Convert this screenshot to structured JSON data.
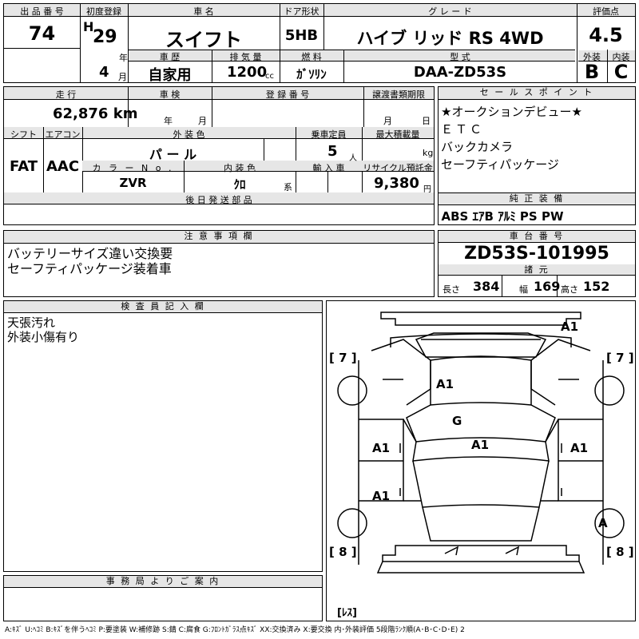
{
  "header": {
    "lot_no_label": "出 品 番 号",
    "lot_no": "74",
    "first_reg_label": "初度登録",
    "era": "H",
    "year": "29",
    "year_unit": "年",
    "month": "4",
    "month_unit": "月",
    "car_name_label": "車 名",
    "car_name": "スイフト",
    "door_label": "ドア形状",
    "door": "5HB",
    "grade_label": "グ レ ー ド",
    "grade": "ハイブ リッド RS 4WD",
    "score_label": "評価点",
    "score": "4.5",
    "history_label": "車 歴",
    "history": "自家用",
    "displacement_label": "排 気 量",
    "displacement": "1200",
    "cc_unit": "cc",
    "fuel_label": "燃 料",
    "fuel": "ｶﾞｿﾘﾝ",
    "model_label": "型 式",
    "model": "DAA-ZD53S",
    "exterior_label": "外装",
    "exterior": "B",
    "interior_label": "内装",
    "interior": "C"
  },
  "row2": {
    "mileage_label": "走 行",
    "mileage": "62,876 km",
    "inspection_label": "車 検",
    "insp_year_unit": "年",
    "insp_month_unit": "月",
    "plate_label": "登 録 番 号",
    "transfer_label": "譲渡書類期限",
    "trans_month_unit": "月",
    "trans_day_unit": "日",
    "shift_label": "シフト",
    "shift": "FAT",
    "ac_label": "エアコン",
    "ac": "AAC",
    "color_label": "外 装 色",
    "color": "パ ー ル",
    "capacity_label": "乗車定員",
    "capacity": "5",
    "capacity_unit": "人",
    "load_label": "最大積載量",
    "load_unit": "kg",
    "color_no_label": "カ ラ ー N o .",
    "color_no": "ZVR",
    "int_color_label": "内 装 色",
    "int_color": "ｸﾛ",
    "int_color_unit": "系",
    "import_label": "輸 入 車",
    "recycle_label": "リサイクル預託金",
    "recycle": "9,380",
    "recycle_unit": "円",
    "later_label": "後 日 発 送 部 品"
  },
  "sales_points": {
    "label": "セ ー ル ス ポ イ ン ト",
    "items": [
      "★オークションデビュー★",
      "ＥＴＣ",
      "バックカメラ",
      "セーフティパッケージ"
    ]
  },
  "equipment": {
    "label": "純 正 装 備",
    "items": "ABS ｴｱB ｱﾙﾐ PS PW"
  },
  "notes": {
    "label": "注 意 事 項 欄",
    "lines": [
      "バッテリーサイズ違い交換要",
      "セーフティパッケージ装着車"
    ]
  },
  "chassis": {
    "label": "車 台 番 号",
    "number": "ZD53S-101995",
    "spec_label": "諸 元",
    "length_label": "長さ",
    "length": "384",
    "width_label": "幅",
    "width": "169",
    "height_label": "高さ",
    "height": "152"
  },
  "inspector": {
    "label": "検 査 員 記 入 欄",
    "lines": [
      "天張汚れ",
      "外装小傷有り"
    ]
  },
  "office": {
    "label": "事 務 局 よ り ご 案 内"
  },
  "diagram": {
    "marks": {
      "rear": "A1",
      "roof": "A1",
      "glass": "G",
      "center": "A1",
      "lf": "A1",
      "rf": "A1",
      "lr": "A1",
      "rr": "A"
    },
    "tire_fl": "[ 7 ]",
    "tire_fr": "[ 7 ]",
    "tire_rl": "[ 8 ]",
    "tire_rr": "[ 8 ]",
    "spare": "[ﾚｽ]"
  },
  "legend": "A:ｷｽﾞ U:ﾍｺﾐ B:ｷｽﾞを伴うﾍｺﾐ P:要塗装 W:補修跡 S:錆 C:腐食 G:ﾌﾛﾝﾄｶﾞﾗｽ点ｷｽﾞ XX:交換済み X:要交換 内･外装評価 5段階ﾗﾝｸ順(A･B･C･D･E) 2"
}
